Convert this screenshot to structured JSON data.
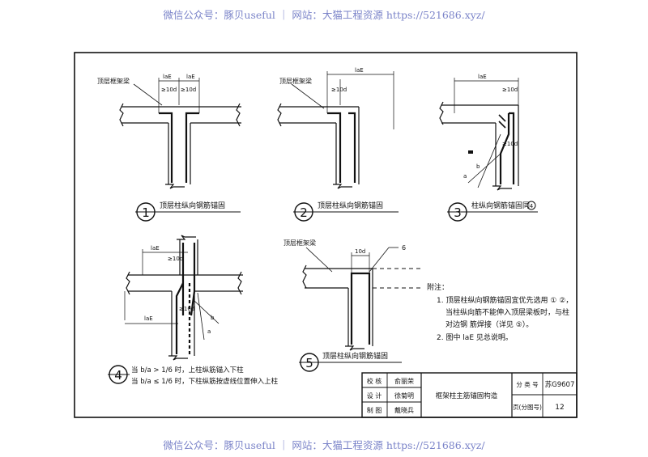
{
  "watermark_top": "微信公众号：豚贝useful ｜ 网站：大猫工程资源 https://521686.xyz/",
  "watermark_bottom": "微信公众号：豚贝useful ｜ 网站：大猫工程资源 https://521686.xyz/",
  "details": [
    {
      "num": "1",
      "caption": "顶层柱纵向钢筋锚固",
      "beam_label": "顶层框架梁",
      "dims": [
        "laE",
        "laE",
        "≥10d",
        "≥10d"
      ]
    },
    {
      "num": "2",
      "caption": "顶层柱纵向钢筋锚固",
      "beam_label": "顶层框架梁",
      "dims": [
        "laE",
        "≥10d"
      ]
    },
    {
      "num": "3",
      "caption": "柱纵向钢筋锚固同",
      "ref_mark": "4",
      "dims": [
        "laE",
        "≥10d",
        "≥10d",
        "b",
        "a"
      ]
    },
    {
      "num": "4",
      "caption_line1": "当 b/a > 1/6 时，上柱纵筋锚入下柱",
      "caption_line2": "当 b/a ≤ 1/6 时，下柱纵筋按虚线位置伸入上柱",
      "dims": [
        "laE",
        "≥10d",
        "≥10d",
        "laE",
        "b",
        "a"
      ]
    },
    {
      "num": "5",
      "caption": "顶层柱纵向钢筋锚固",
      "beam_label": "顶层框架梁",
      "dims": [
        "10d",
        "6"
      ]
    }
  ],
  "notes": {
    "heading": "附注：",
    "item1_line1": "1. 顶层柱纵向钢筋锚固宜优先选用 ① ②，",
    "item1_line2": "当柱纵向筋不能伸入顶层梁板时，与柱",
    "item1_line3": "对边钢 筋焊接（详见 ⑤）。",
    "item2": "2. 图中 laE 见总说明。"
  },
  "title_block": {
    "roles": [
      "校 核",
      "设 计",
      "制 图"
    ],
    "names": [
      "俞丽荣",
      "徐菊明",
      "戴晓兵"
    ],
    "title": "框架柱主筋锚固构造",
    "label_category": "分 类 号",
    "value_category": "苏G9607",
    "label_page": "页(分图号)",
    "value_page": "12"
  }
}
